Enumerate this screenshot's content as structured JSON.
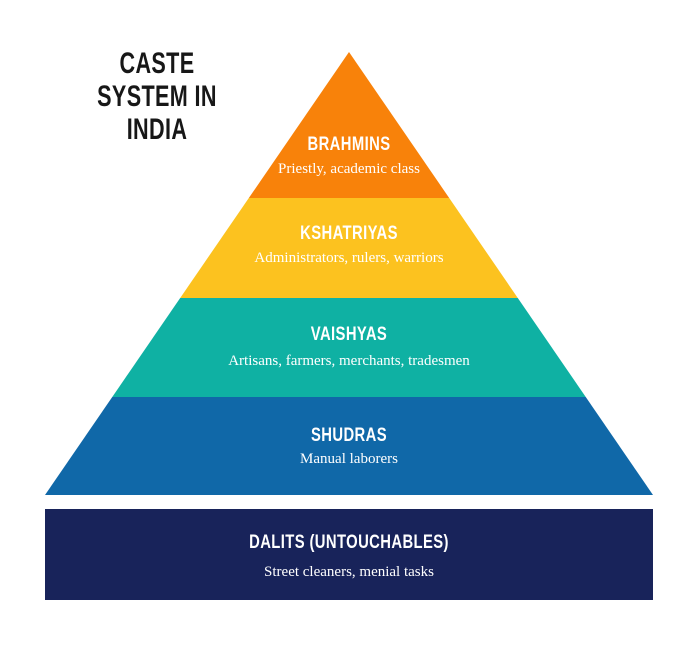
{
  "title": {
    "lines": [
      "CASTE",
      "SYSTEM IN",
      "INDIA"
    ],
    "color": "#171717"
  },
  "pyramid": {
    "text_color": "#FFFFFF",
    "levels": [
      {
        "name": "BRAHMINS",
        "description": "Priestly, academic class",
        "color": "#F8820A"
      },
      {
        "name": "KSHATRIYAS",
        "description": "Administrators, rulers, warriors",
        "color": "#FCC21F"
      },
      {
        "name": "VAISHYAS",
        "description": "Artisans, farmers, merchants, tradesmen",
        "color": "#0FB1A3"
      },
      {
        "name": "SHUDRAS",
        "description": "Manual laborers",
        "color": "#1068A8"
      },
      {
        "name": "DALITS (UNTOUCHABLES)",
        "description": "Street cleaners, menial tasks",
        "color": "#18235A"
      }
    ]
  }
}
